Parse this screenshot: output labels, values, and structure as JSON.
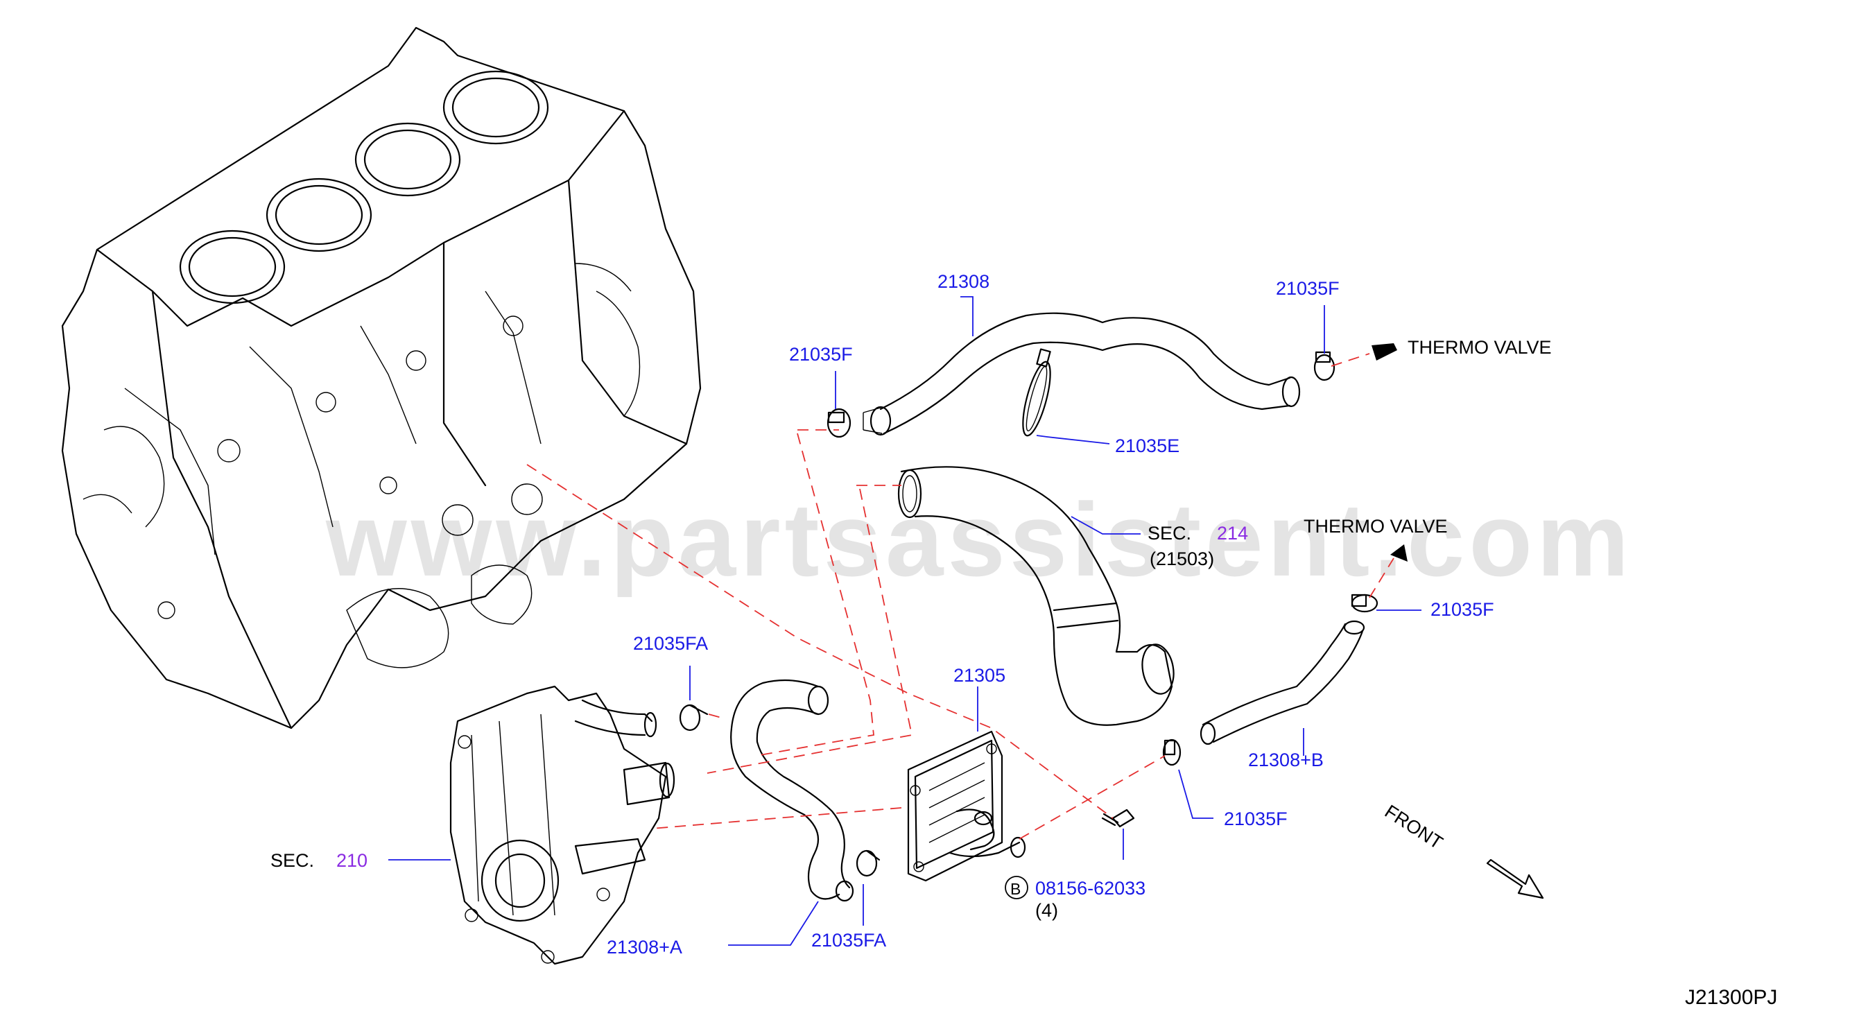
{
  "watermark": "www.partsassistent.com",
  "diagram_id": "J21300PJ",
  "front_label": "FRONT",
  "thermo_valve_top": "THERMO  VALVE",
  "thermo_valve_mid": "THERMO  VALVE",
  "callouts": {
    "c21308": "21308",
    "c21035F_a": "21035F",
    "c21035F_b": "21035F",
    "c21035E": "21035E",
    "sec214_prefix": "SEC.",
    "sec214_num": "214",
    "sec214_sub": "(21503)",
    "c21035F_c": "21035F",
    "c21035FA_top": "21035FA",
    "c21305": "21305",
    "c21308B": "21308+B",
    "c21035F_d": "21035F",
    "sec210_prefix": "SEC.",
    "sec210_num": "210",
    "bolt_circle": "B",
    "bolt_num": "08156-62033",
    "bolt_qty": "(4)",
    "c21308A": "21308+A",
    "c21035FA_bot": "21035FA"
  },
  "colors": {
    "callout_text": "#1a1ae6",
    "section_number": "#8a2be2",
    "dashed_line": "#e53030",
    "line_art": "#000000"
  }
}
